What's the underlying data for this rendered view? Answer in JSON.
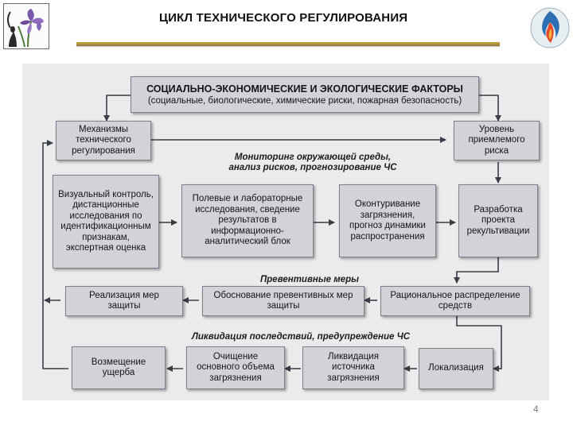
{
  "header": {
    "title": "ЦИКЛ ТЕХНИЧЕСКОГО РЕГУЛИРОВАНИЯ",
    "left_logo_icon": "iris-flower-logo-icon",
    "right_logo_icon": "flame-emblem-logo-icon",
    "rule_color": "#b8983e"
  },
  "diagram": {
    "top_box": {
      "title": "СОЦИАЛЬНО-ЭКОНОМИЧЕСКИЕ И ЭКОЛОГИЧЕСКИЕ ФАКТОРЫ",
      "subtitle": "(социальные, биологические, химические риски, пожарная безопасность)"
    },
    "mechanisms": "Механизмы\nтехнического\nрегулирования",
    "acceptable_risk": "Уровень\nприемлемого\nриска",
    "monitoring_label": "Мониторинг окружающей среды,\nанализ рисков, прогнозирование ЧС",
    "row2": {
      "visual_control": "Визуальный контроль,\nдистанционные\nисследования по\nидентификационным\nпризнакам,\nэкспертная оценка",
      "field_studies": "Полевые и лабораторные\nисследования, сведение\nрезультатов в\nинформационно-\nаналитический блок",
      "contouring": "Оконтуривание\nзагрязнения,\nпрогноз динамики\nраспространения",
      "reclamation": "Разработка\nпроекта\nрекультивации"
    },
    "preventive_label": "Превентивные меры",
    "row3": {
      "implementation": "Реализация мер\nзащиты",
      "justification": "Обоснование превентивных мер\nзащиты",
      "distribution": "Рациональное распределение\nсредств"
    },
    "liquidation_label": "Ликвидация последствий, предупреждение ЧС",
    "row4": {
      "compensation": "Возмещение\nущерба",
      "cleaning": "Очищение\nосновного объема\nзагрязнения",
      "source_liquidation": "Ликвидация\nисточника\nзагрязнения",
      "localization": "Локализация"
    }
  },
  "page_number": "4"
}
